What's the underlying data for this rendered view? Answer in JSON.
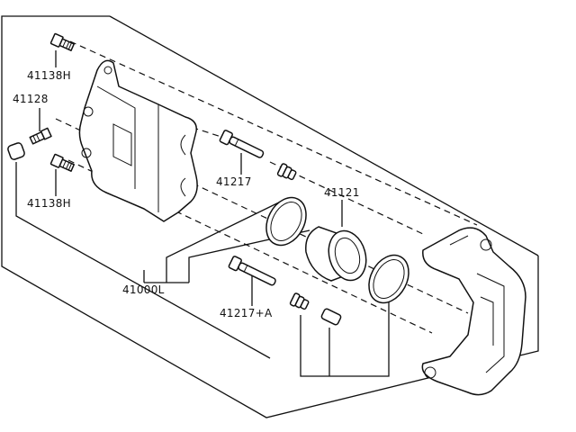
{
  "labels": {
    "bolt_upper": "41138H",
    "bleeder": "41128",
    "bolt_lower": "41138H",
    "pin_upper": "41217",
    "piston_kit": "41121",
    "caliper_assy": "41000L",
    "pin_lower": "41217+A"
  }
}
